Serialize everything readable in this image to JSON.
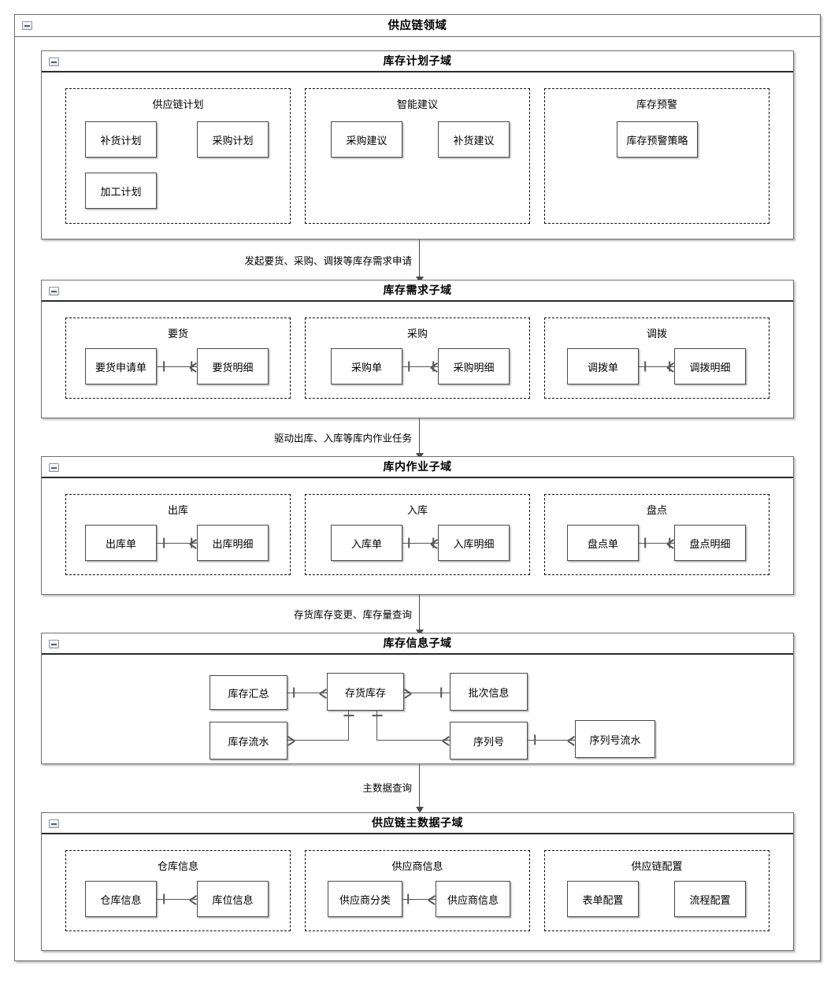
{
  "domain": {
    "title": "供应链领域",
    "collapse_icon": "minus-square-icon"
  },
  "subdomains": [
    {
      "id": "inventory-plan",
      "title": "库存计划子域",
      "groups": [
        {
          "title": "供应链计划",
          "boxes": [
            "补货计划",
            "采购计划",
            "加工计划"
          ]
        },
        {
          "title": "智能建议",
          "boxes": [
            "采购建议",
            "补货建议"
          ]
        },
        {
          "title": "库存预警",
          "boxes": [
            "库存预警策略"
          ]
        }
      ]
    },
    {
      "id": "inventory-demand",
      "title": "库存需求子域",
      "groups": [
        {
          "title": "要货",
          "boxes": [
            "要货申请单",
            "要货明细"
          ]
        },
        {
          "title": "采购",
          "boxes": [
            "采购单",
            "采购明细"
          ]
        },
        {
          "title": "调拨",
          "boxes": [
            "调拨单",
            "调拨明细"
          ]
        }
      ]
    },
    {
      "id": "warehouse-operation",
      "title": "库内作业子域",
      "groups": [
        {
          "title": "出库",
          "boxes": [
            "出库单",
            "出库明细"
          ]
        },
        {
          "title": "入库",
          "boxes": [
            "入库单",
            "入库明细"
          ]
        },
        {
          "title": "盘点",
          "boxes": [
            "盘点单",
            "盘点明细"
          ]
        }
      ]
    },
    {
      "id": "inventory-info",
      "title": "库存信息子域",
      "boxes": [
        "库存汇总",
        "存货库存",
        "批次信息",
        "库存流水",
        "序列号",
        "序列号流水"
      ]
    },
    {
      "id": "supply-master-data",
      "title": "供应链主数据子域",
      "groups": [
        {
          "title": "仓库信息",
          "boxes": [
            "仓库信息",
            "库位信息"
          ]
        },
        {
          "title": "供应商信息",
          "boxes": [
            "供应商分类",
            "供应商信息"
          ]
        },
        {
          "title": "供应链配置",
          "boxes": [
            "表单配置",
            "流程配置"
          ]
        }
      ]
    }
  ],
  "flows": [
    {
      "label": "发起要货、采购、调拨等库存需求申请"
    },
    {
      "label": "驱动出库、入库等库内作业任务"
    },
    {
      "label": "存货库存变更、库存量查询"
    },
    {
      "label": "主数据查询"
    }
  ],
  "colors": {
    "frame_border": "#707070",
    "header_rule": "#2b2b2b",
    "group_border": "#111111",
    "box_border": "#4a4a4a",
    "connector": "#555555",
    "background": "#ffffff",
    "text": "#000000"
  }
}
